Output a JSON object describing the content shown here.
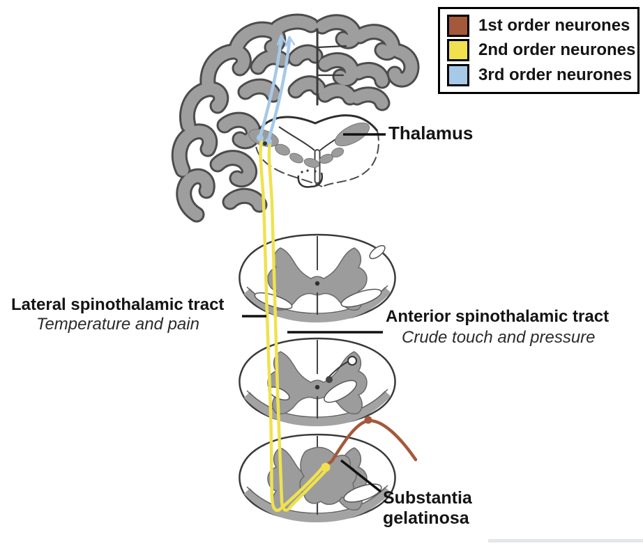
{
  "legend": {
    "items": [
      {
        "label": "1st order neurones"
      },
      {
        "label": "2nd order neurones"
      },
      {
        "label": "3rd order neurones"
      }
    ]
  },
  "labels": {
    "thalamus": "Thalamus",
    "lateral_tract_title": "Lateral spinothalamic tract",
    "lateral_tract_subtitle": "Temperature and pain",
    "anterior_tract_title": "Anterior spinothalamic tract",
    "anterior_tract_subtitle": "Crude touch and pressure",
    "substantia_line1": "Substantia",
    "substantia_line2": "gelatinosa"
  },
  "colors": {
    "first_order": "#a4593b",
    "second_order": "#efe24e",
    "third_order": "#a6c9e8",
    "gray_matter": "#9c9c9c",
    "outline": "#3a3a3a",
    "text": "#141414"
  }
}
